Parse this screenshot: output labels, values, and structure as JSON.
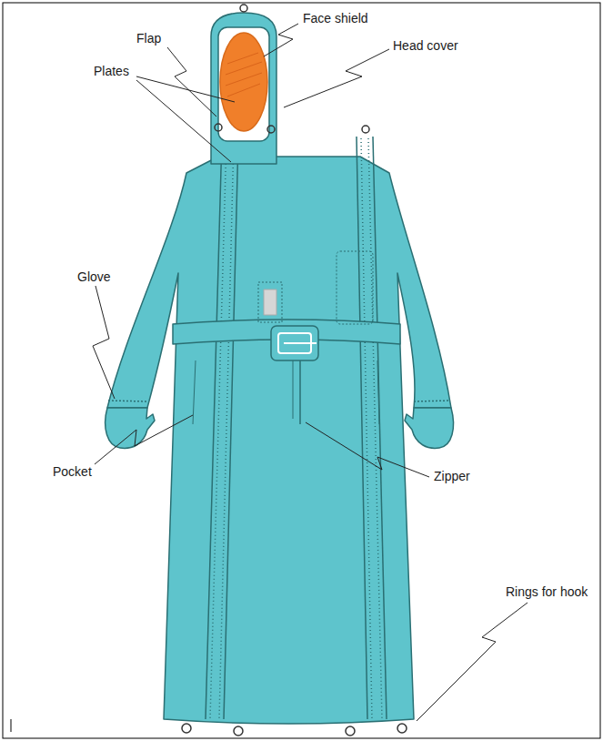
{
  "diagram": {
    "labels": [
      "Face shield",
      "Head cover",
      "Flap",
      "Plates",
      "Glove",
      "Pocket",
      "Zipper",
      "Rings for hook"
    ]
  }
}
